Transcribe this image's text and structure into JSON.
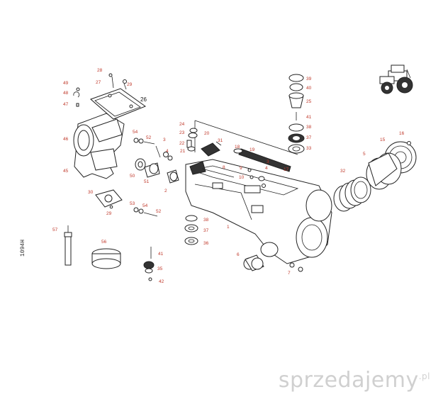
{
  "watermark": {
    "text": "sprzedajemy",
    "tld": ".pl"
  },
  "side_code": "1094H",
  "callouts": {
    "p26": "26",
    "p28": "28",
    "p27": "27",
    "p29a": "29",
    "p49": "49",
    "p48": "48",
    "p47": "47",
    "p46": "46",
    "p45": "45",
    "p54a": "54",
    "p52a": "52",
    "p3a": "3",
    "p4a": "4",
    "p50a": "50",
    "p51": "51",
    "p2": "2",
    "p30": "30",
    "p29b": "29",
    "p53": "53",
    "p54b": "54",
    "p52b": "52",
    "p24": "24",
    "p23": "23",
    "p22": "22",
    "p21": "21",
    "p20": "20",
    "p31": "31",
    "p8": "8",
    "p18": "18",
    "p19": "19",
    "p17": "17",
    "p9": "9",
    "p10": "10",
    "p3b": "3",
    "p4b": "4",
    "p39": "39",
    "p40": "40",
    "p25a": "25",
    "p41a": "41",
    "p38a": "38",
    "p37a": "37",
    "p33": "33",
    "p15": "15",
    "p16": "16",
    "p5": "5",
    "p32": "32",
    "p1": "1",
    "p38b": "38",
    "p37b": "37",
    "p36": "36",
    "p6": "6",
    "p7": "7",
    "p57": "57",
    "p56": "56",
    "p41b": "41",
    "p35": "35",
    "p42": "42"
  }
}
